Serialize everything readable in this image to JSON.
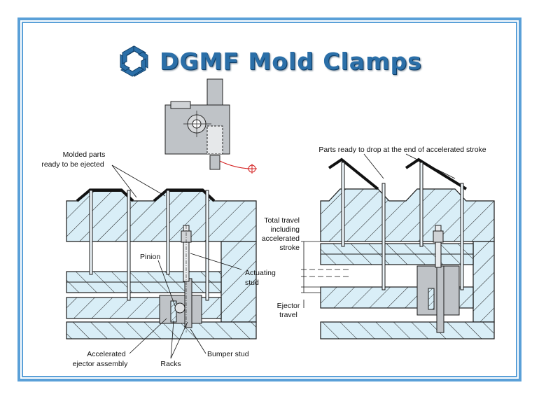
{
  "brand": {
    "logo_icon": "dgmf-logo-icon",
    "title": "DGMF Mold Clamps",
    "accent_color": "#2b6fa8",
    "frame_color": "#5aa0d8"
  },
  "diagram": {
    "left_labels": {
      "molded_parts_line1": "Molded parts",
      "molded_parts_line2": "ready to be ejected",
      "pinion": "Pinion",
      "actuating_stud_line1": "Actuating",
      "actuating_stud_line2": "stud",
      "accelerated_line1": "Accelerated",
      "accelerated_line2": "ejector assembly",
      "racks": "Racks",
      "bumper_stud": "Bumper stud"
    },
    "right_labels": {
      "parts_ready": "Parts ready to drop at the end of accelerated stroke",
      "total_travel_line1": "Total travel",
      "total_travel_line2": "including",
      "total_travel_line3": "accelerated",
      "total_travel_line4": "stroke",
      "ejector_travel_line1": "Ejector",
      "ejector_travel_line2": "travel"
    },
    "colors": {
      "plate_fill": "#d9eef7",
      "hatch": "#1a1a1a",
      "block_gray": "#bfc3c7",
      "pointer_red": "#d42020"
    }
  }
}
